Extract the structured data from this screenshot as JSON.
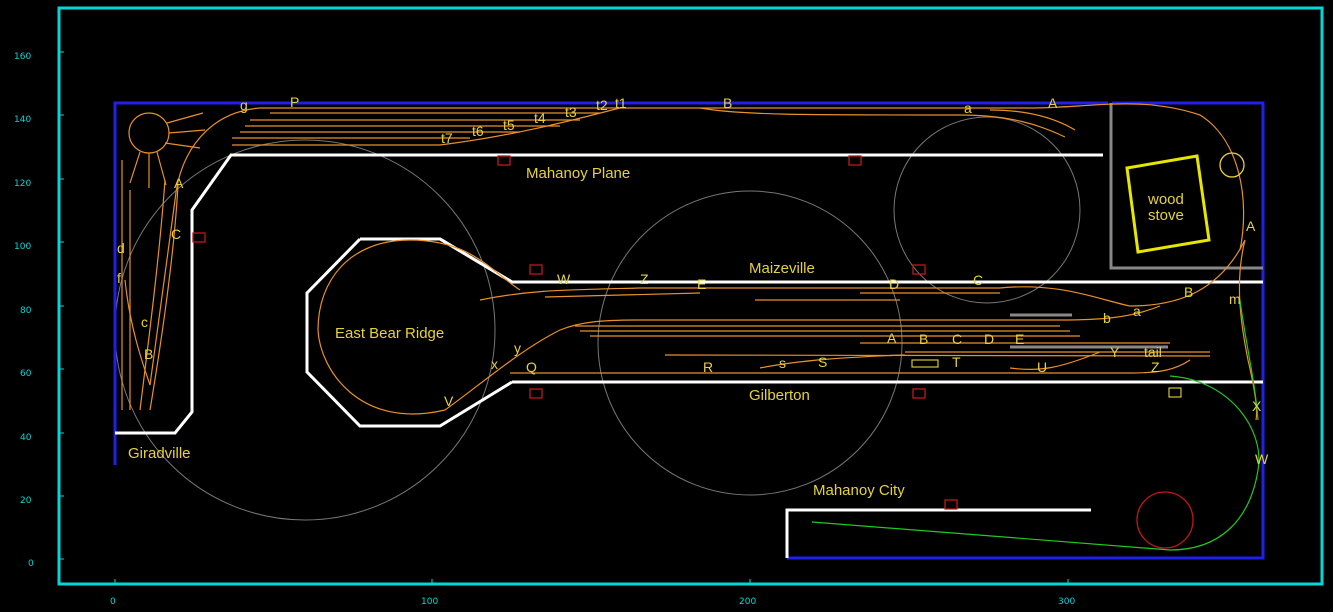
{
  "axes": {
    "x_ticks": [
      "0",
      "100",
      "200",
      "300"
    ],
    "y_ticks": [
      "160",
      "140",
      "120",
      "100",
      "80",
      "60",
      "40",
      "20",
      "0"
    ]
  },
  "towns": {
    "mahanoy_plane": "Mahanoy Plane",
    "maizeville": "Maizeville",
    "east_bear_ridge": "East Bear Ridge",
    "gilberton": "Gilberton",
    "giradville": "Giradville",
    "mahanoy_city": "Mahanoy City"
  },
  "stove": {
    "line1": "wood",
    "line2": "stove"
  },
  "track_labels": [
    {
      "id": "g",
      "text": "g"
    },
    {
      "id": "P",
      "text": "P"
    },
    {
      "id": "t1",
      "text": "t1"
    },
    {
      "id": "t2",
      "text": "t2"
    },
    {
      "id": "t3",
      "text": "t3"
    },
    {
      "id": "t4",
      "text": "t4"
    },
    {
      "id": "t5",
      "text": "t5"
    },
    {
      "id": "t6",
      "text": "t6"
    },
    {
      "id": "t7",
      "text": "t7"
    },
    {
      "id": "B_top",
      "text": "B"
    },
    {
      "id": "a_top",
      "text": "a"
    },
    {
      "id": "A_top",
      "text": "A"
    },
    {
      "id": "A_left",
      "text": "A"
    },
    {
      "id": "C_left",
      "text": "C"
    },
    {
      "id": "d",
      "text": "d"
    },
    {
      "id": "f",
      "text": "f"
    },
    {
      "id": "c",
      "text": "c"
    },
    {
      "id": "B_left",
      "text": "B"
    },
    {
      "id": "W1",
      "text": "W"
    },
    {
      "id": "Z1",
      "text": "Z"
    },
    {
      "id": "E1",
      "text": "E"
    },
    {
      "id": "D1",
      "text": "D"
    },
    {
      "id": "C1",
      "text": "C"
    },
    {
      "id": "B_r",
      "text": "B"
    },
    {
      "id": "a_r",
      "text": "a"
    },
    {
      "id": "b_r",
      "text": "b"
    },
    {
      "id": "A2",
      "text": "A"
    },
    {
      "id": "B2",
      "text": "B"
    },
    {
      "id": "C2",
      "text": "C"
    },
    {
      "id": "D2",
      "text": "D"
    },
    {
      "id": "E2",
      "text": "E"
    },
    {
      "id": "Y",
      "text": "Y"
    },
    {
      "id": "tail",
      "text": "tail"
    },
    {
      "id": "y",
      "text": "y"
    },
    {
      "id": "x",
      "text": "x"
    },
    {
      "id": "V",
      "text": "V"
    },
    {
      "id": "Q",
      "text": "Q"
    },
    {
      "id": "R",
      "text": "R"
    },
    {
      "id": "s",
      "text": "s"
    },
    {
      "id": "S",
      "text": "S"
    },
    {
      "id": "T",
      "text": "T"
    },
    {
      "id": "U",
      "text": "U"
    },
    {
      "id": "Z2",
      "text": "Z"
    },
    {
      "id": "A_rt",
      "text": "A"
    },
    {
      "id": "m",
      "text": "m"
    },
    {
      "id": "X",
      "text": "X"
    },
    {
      "id": "W2",
      "text": "W"
    }
  ],
  "colors": {
    "background": "#000000",
    "frame": "#00d8d8",
    "benchwork_edge": "#2020e8",
    "aisle_wall": "#ffffff",
    "track": "#e8902a",
    "label": "#e6d23c",
    "signal": "#c01818",
    "return_track": "#22c822"
  }
}
